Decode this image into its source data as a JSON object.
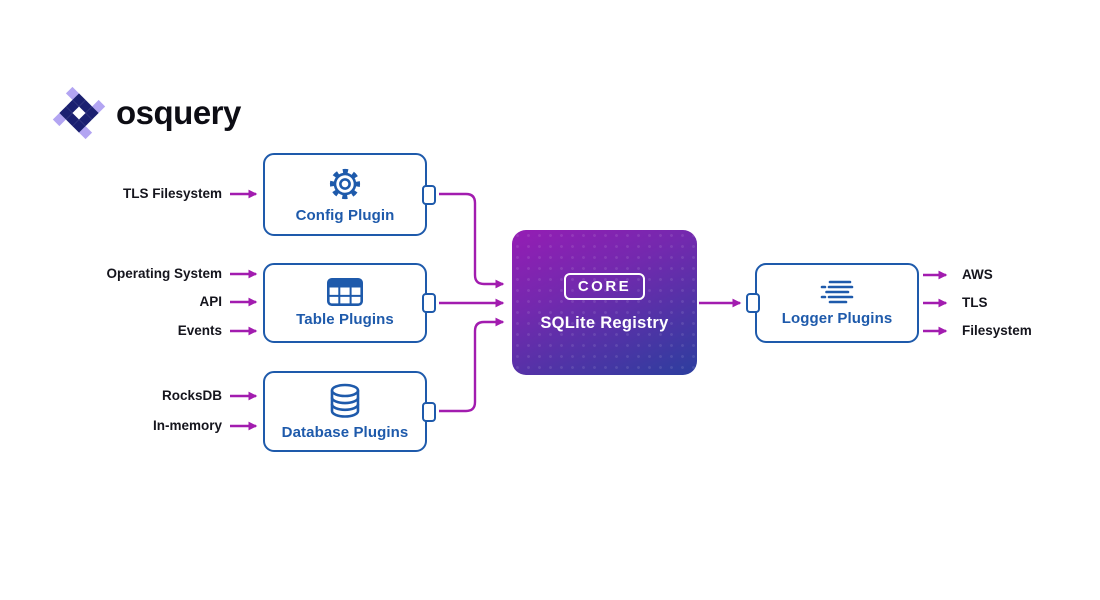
{
  "brand": {
    "name": "osquery"
  },
  "colors": {
    "node_blue": "#1E5AAB",
    "arrow_purple": "#A21CAF",
    "core_gradient_start": "#951DB4",
    "core_gradient_end": "#2C3E9E",
    "logo_dark": "#1B2070",
    "logo_light": "#B3A5F2",
    "label_black": "#15151D"
  },
  "nodes": {
    "config": {
      "label": "Config Plugin",
      "icon": "gear-icon"
    },
    "table": {
      "label": "Table Plugins",
      "icon": "table-icon"
    },
    "database": {
      "label": "Database Plugins",
      "icon": "database-icon"
    },
    "core": {
      "badge": "CORE",
      "label": "SQLite Registry"
    },
    "logger": {
      "label": "Logger Plugins",
      "icon": "log-lines-icon"
    }
  },
  "inputs": {
    "config": [
      "TLS Filesystem"
    ],
    "table": [
      "Operating System",
      "API",
      "Events"
    ],
    "database": [
      "RocksDB",
      "In-memory"
    ]
  },
  "outputs": [
    "AWS",
    "TLS",
    "Filesystem"
  ]
}
